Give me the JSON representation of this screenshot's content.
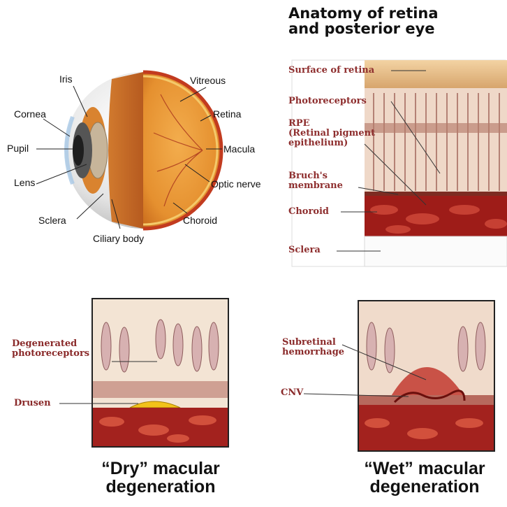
{
  "eye": {
    "labels": {
      "iris": "Iris",
      "vitreous": "Vitreous",
      "cornea": "Cornea",
      "retina": "Retina",
      "pupil": "Pupil",
      "macula": "Macula",
      "lens": "Lens",
      "optic_nerve": "Optic nerve",
      "sclera": "Sclera",
      "choroid": "Choroid",
      "ciliary_body": "Ciliary body"
    }
  },
  "retina_anatomy": {
    "title_line1": "Anatomy of retina",
    "title_line2": "and posterior eye",
    "labels": {
      "surface": "Surface of retina",
      "photoreceptors": "Photoreceptors",
      "rpe_line1": "RPE",
      "rpe_line2": "(Retinal pigment",
      "rpe_line3": "epithelium)",
      "bruch_line1": "Bruch's",
      "bruch_line2": "membrane",
      "choroid": "Choroid",
      "sclera": "Sclera"
    }
  },
  "dry": {
    "labels": {
      "degenerated_line1": "Degenerated",
      "degenerated_line2": "photoreceptors",
      "drusen": "Drusen"
    },
    "caption_line1": "“Dry” macular",
    "caption_line2": "degeneration"
  },
  "wet": {
    "labels": {
      "subretinal_line1": "Subretinal",
      "subretinal_line2": "hemorrhage",
      "cnv": "CNV"
    },
    "caption_line1": "“Wet” macular",
    "caption_line2": "degeneration"
  },
  "colors": {
    "label_red": "#8e2e2e",
    "blood": "#a3221e",
    "tissue": "#e9cba9",
    "drusen": "#f2c21a"
  }
}
